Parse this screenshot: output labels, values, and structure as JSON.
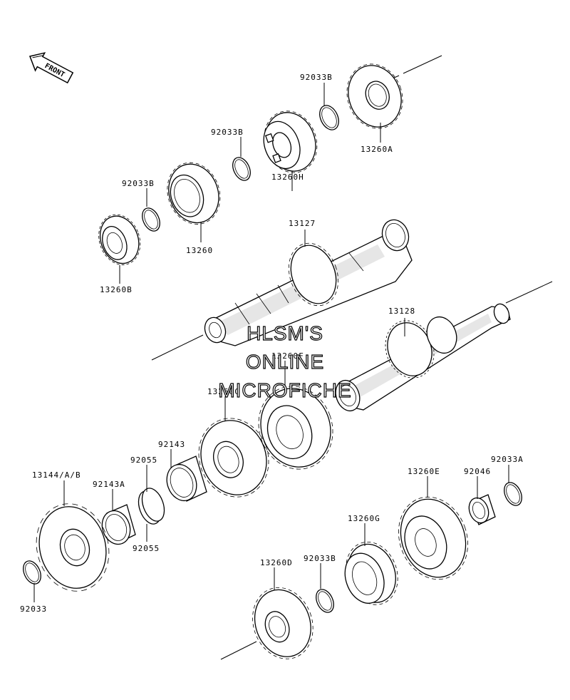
{
  "front_tag": "FRONT",
  "watermark": [
    "HLSM'S",
    "ONLINE",
    "MICROFICHE"
  ],
  "parts": [
    {
      "id": "13260A",
      "label": "13260A"
    },
    {
      "id": "92033B_top",
      "label": "92033B"
    },
    {
      "id": "13260H",
      "label": "13260H"
    },
    {
      "id": "92033B_2",
      "label": "92033B"
    },
    {
      "id": "13260",
      "label": "13260"
    },
    {
      "id": "92033B_3",
      "label": "92033B"
    },
    {
      "id": "13260B",
      "label": "13260B"
    },
    {
      "id": "13127",
      "label": "13127"
    },
    {
      "id": "13128",
      "label": "13128"
    },
    {
      "id": "13260F",
      "label": "13260F"
    },
    {
      "id": "13260C",
      "label": "13260C"
    },
    {
      "id": "92143",
      "label": "92143"
    },
    {
      "id": "92055_top",
      "label": "92055"
    },
    {
      "id": "92143A",
      "label": "92143A"
    },
    {
      "id": "13144",
      "label": "13144/A/B"
    },
    {
      "id": "92055_bot",
      "label": "92055"
    },
    {
      "id": "92033",
      "label": "92033"
    },
    {
      "id": "92033A",
      "label": "92033A"
    },
    {
      "id": "92046",
      "label": "92046"
    },
    {
      "id": "13260E",
      "label": "13260E"
    },
    {
      "id": "13260G",
      "label": "13260G"
    },
    {
      "id": "92033B_4",
      "label": "92033B"
    },
    {
      "id": "13260D",
      "label": "13260D"
    }
  ]
}
